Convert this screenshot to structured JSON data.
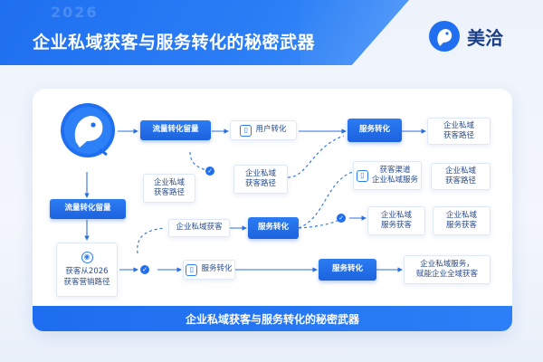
{
  "header": {
    "ghost_text": "2026",
    "title": "企业私域获客与服务转化的秘密武器"
  },
  "brand": {
    "name": "美洽",
    "icon": "parrot-logo-icon",
    "color": "#1f6ff0"
  },
  "nodes": {
    "flow_retention_top": "流量转化留量",
    "top_convert": "用户转化",
    "service_convert_top": "服务转化",
    "top_right_path": "企业私域\n获客路径",
    "mid_left_path": "企业私域\n获客路径",
    "mid_center_path": "企业私域\n获客路径",
    "mid_icon_node": "获客渠道\n企业私域服务",
    "mid_right_path": "企业私域\n获客路径",
    "flow_retention_left": "流量转化留量",
    "left_path": "企业私域获客",
    "service_convert_mid": "服务转化",
    "row3_a": "企业私域\n服务获客",
    "row3_b": "企业私域\n服务获客",
    "bottom_left_card": "获客从2026\n获客营销路径",
    "bottom_service": "服务转化",
    "bottom_service_solid": "服务转化",
    "bottom_right": "企业私域服务，\n赋能企业全域获客"
  },
  "icons": [
    "check-dot-icon",
    "document-icon"
  ],
  "footer": {
    "text": "企业私域获客与服务转化的秘密武器"
  },
  "colors": {
    "primary": "#1f6ff0",
    "dark_text": "#1c3f86",
    "background": "#eef3fb"
  }
}
